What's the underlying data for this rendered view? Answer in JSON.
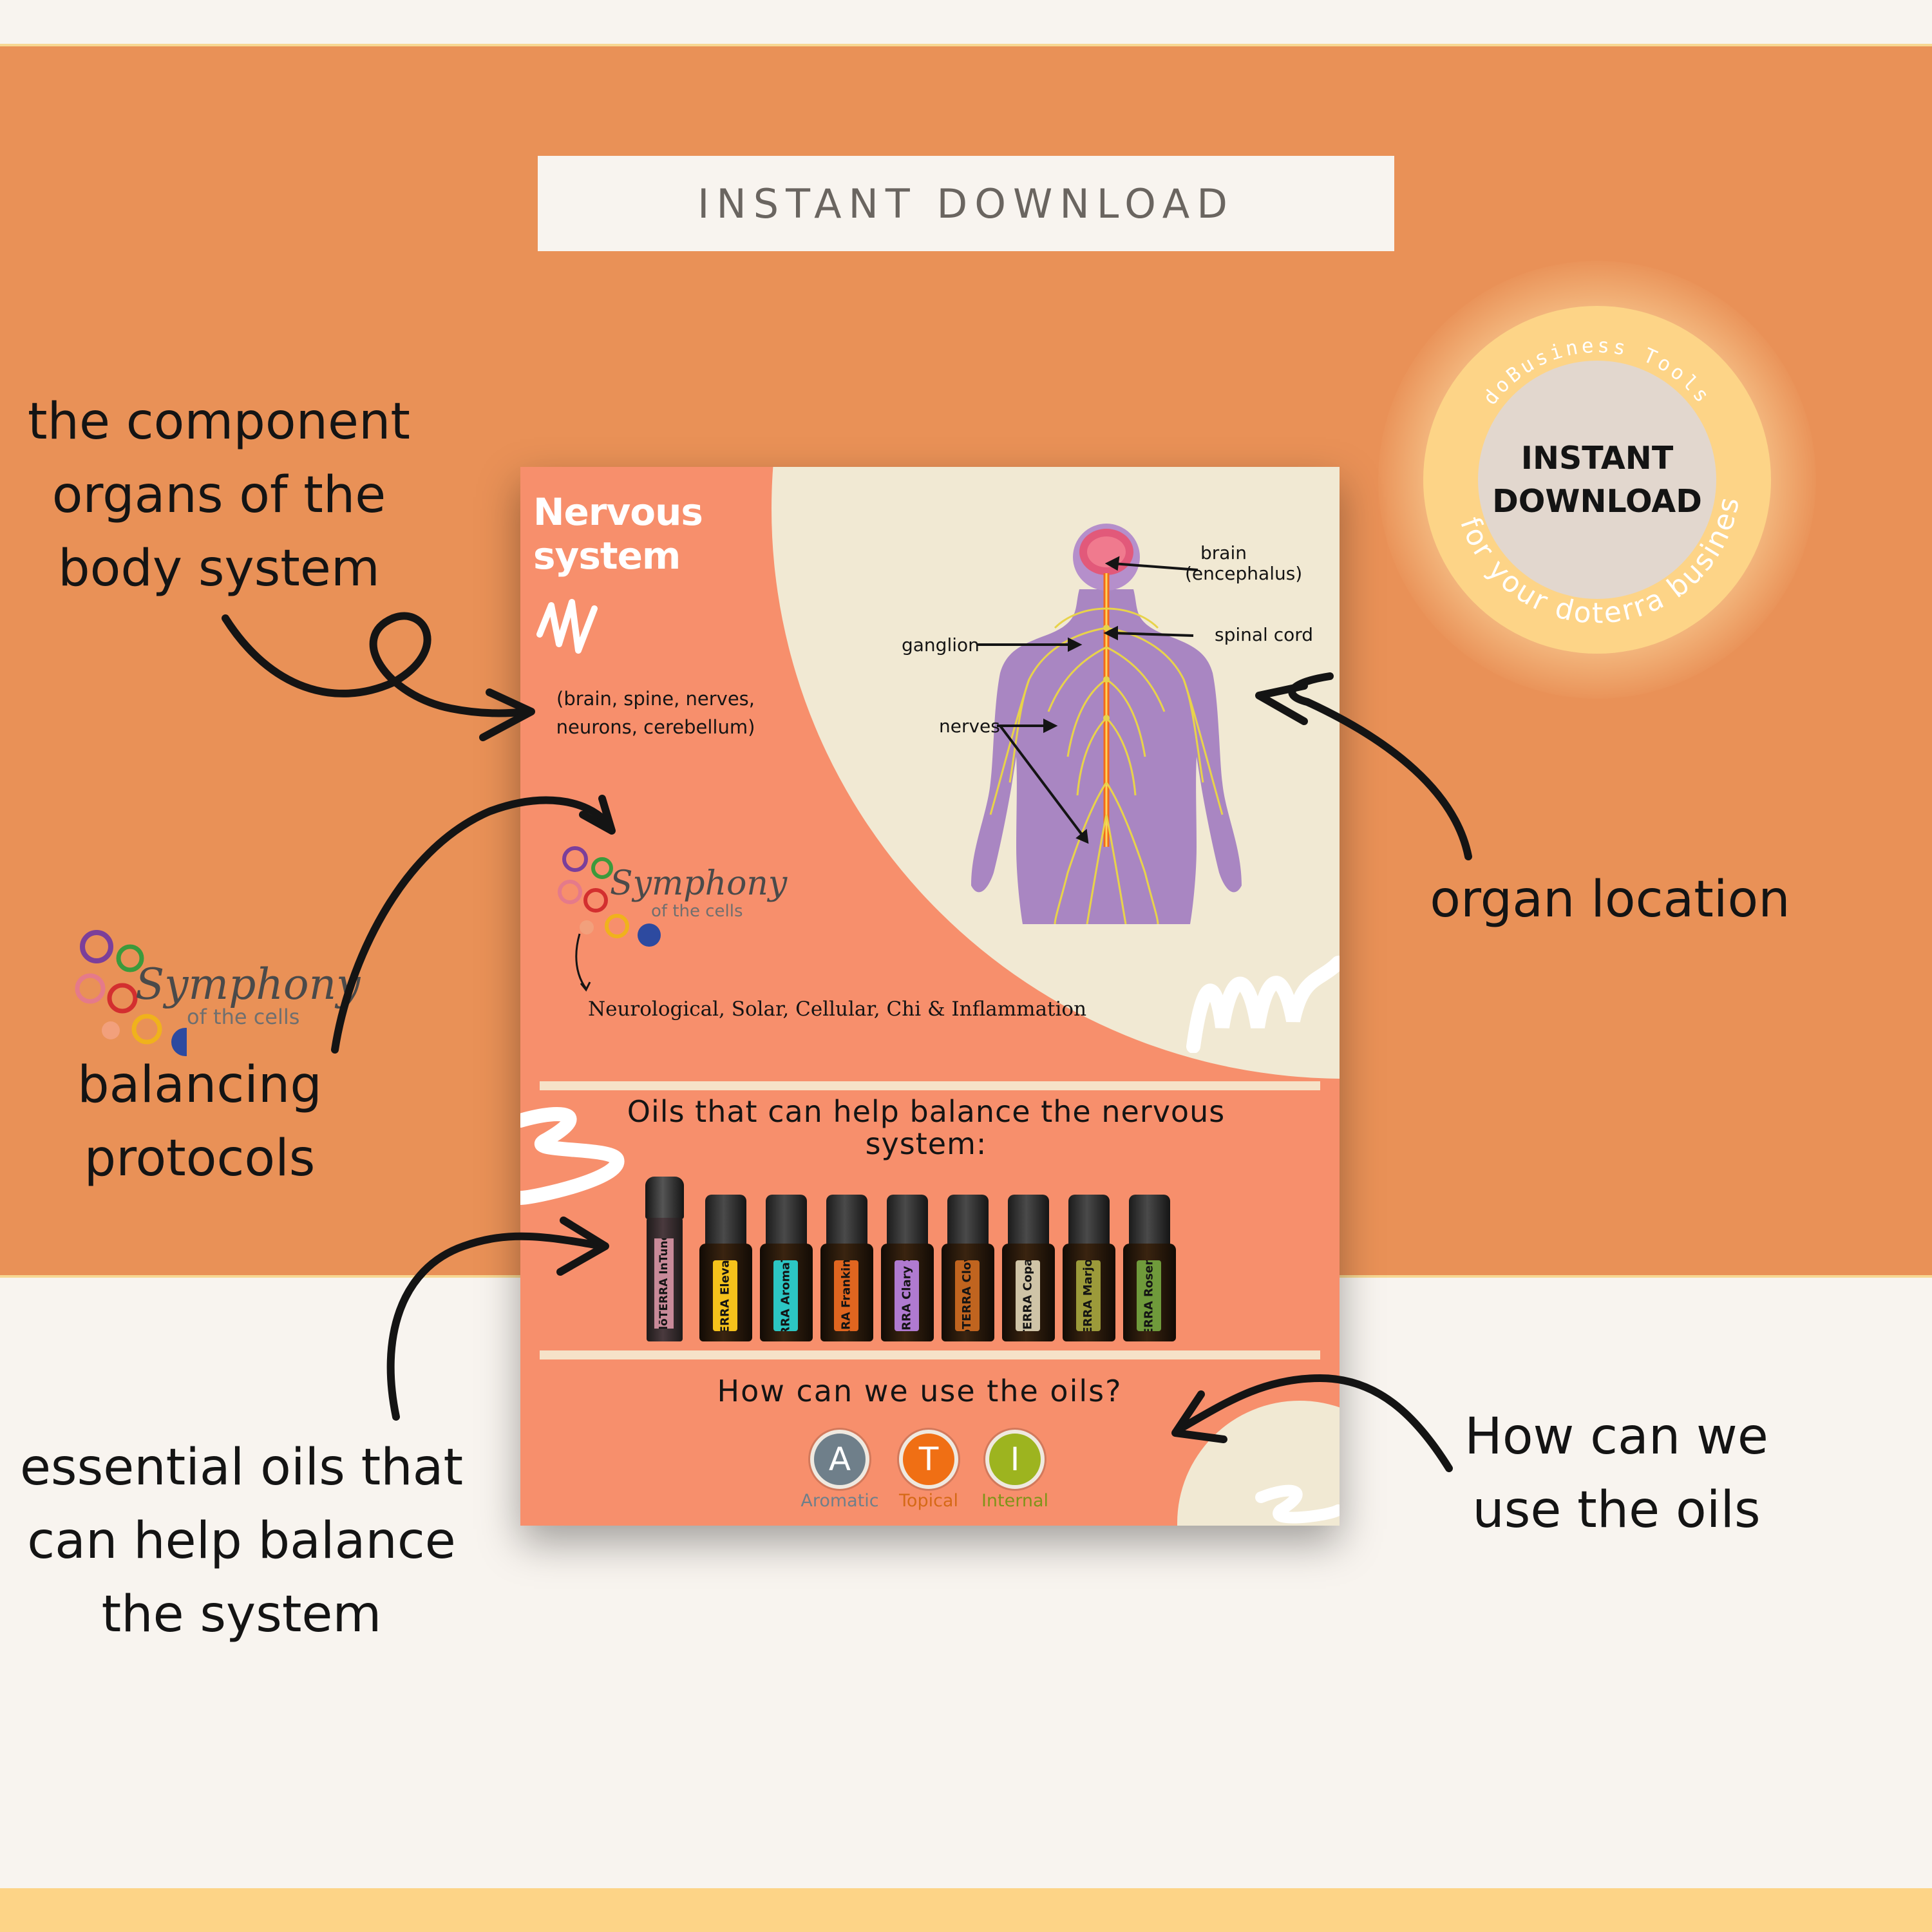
{
  "banner": {
    "text": "INSTANT DOWNLOAD"
  },
  "seal": {
    "arc_top": "doBusiness Tools",
    "center_line1": "INSTANT",
    "center_line2": "DOWNLOAD",
    "arc_bottom": "for your doterra business"
  },
  "annotations": {
    "components": [
      "the component",
      "organs of the",
      "body system"
    ],
    "location": "organ location",
    "balancing": [
      "balancing",
      "protocols"
    ],
    "oils": [
      "essential oils that",
      "can help balance",
      "the system"
    ],
    "usage": [
      "How can we",
      "use the oils"
    ]
  },
  "logo": {
    "word": "Symphony",
    "sub": "of the cells"
  },
  "doc": {
    "title_line1": "Nervous",
    "title_line2": "system",
    "components": "(brain, spine, nerves, neurons, cerebellum)",
    "labels": {
      "brain": "brain",
      "brain_sub": "(encephalus)",
      "spinal_cord": "spinal cord",
      "ganglion": "ganglion",
      "nerves": "nerves"
    },
    "protocols": "Neurological, Solar, Cellular, Chi & Inflammation",
    "oils_heading": "Oils that can help balance the nervous system:",
    "oils": [
      {
        "brand": "dōTERRA",
        "name": "InTune",
        "color": "#c88a99"
      },
      {
        "brand": "dōTERRA",
        "name": "Elevation",
        "color": "#f5c21b"
      },
      {
        "brand": "dōTERRA",
        "name": "AromaTouch",
        "color": "#2cc6c3"
      },
      {
        "brand": "dōTERRA",
        "name": "Frankincense",
        "color": "#e0651f"
      },
      {
        "brand": "dōTERRA",
        "name": "Clary Sage",
        "color": "#b07ad0"
      },
      {
        "brand": "dōTERRA",
        "name": "Clove",
        "color": "#c0641f"
      },
      {
        "brand": "dōTERRA",
        "name": "Copaiba",
        "color": "#cfc4a7"
      },
      {
        "brand": "dōTERRA",
        "name": "Marjoram",
        "color": "#9c9a3a"
      },
      {
        "brand": "dōTERRA",
        "name": "Rosemary",
        "color": "#6f9a3b"
      }
    ],
    "use_heading": "How can we use the oils?",
    "usage": [
      {
        "letter": "A",
        "label": "Aromatic",
        "color": "#6f7f8a",
        "label_color": "#6f7f8a"
      },
      {
        "letter": "T",
        "label": "Topical",
        "color": "#f06f14",
        "label_color": "#d56916"
      },
      {
        "letter": "I",
        "label": "Internal",
        "color": "#9db41f",
        "label_color": "#7e9418"
      }
    ]
  }
}
